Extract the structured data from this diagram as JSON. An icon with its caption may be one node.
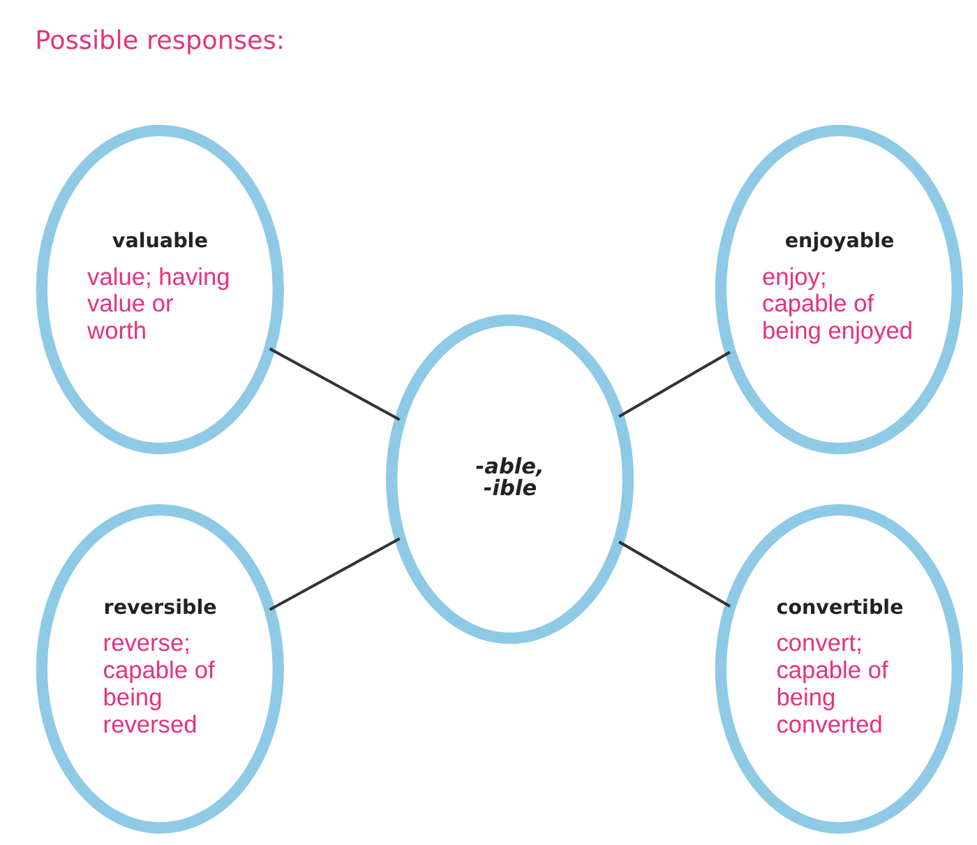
{
  "diagram": {
    "nodes": [
      {
        "text": [
          "valuable",
          "value; having value or worth"
        ]
      },
      {
        "text": [
          "enjoyable",
          "enjoy; capable of being enjoyed"
        ]
      },
      {
        "text": [
          "-able, -ible"
        ]
      },
      {
        "text": [
          "reversible",
          "reverse; capable of being reversed"
        ]
      },
      {
        "text": [
          "convertible",
          "convert; capable of being converted"
        ]
      }
    ],
    "edges": [
      {
        "from": 0,
        "to": 2,
        "arrow": "none"
      },
      {
        "from": 2,
        "to": 1,
        "arrow": "none"
      },
      {
        "from": 3,
        "to": 2,
        "arrow": "none"
      },
      {
        "from": 2,
        "to": 4,
        "arrow": "none"
      }
    ],
    "labels": [
      "Possible responses:"
    ]
  }
}
